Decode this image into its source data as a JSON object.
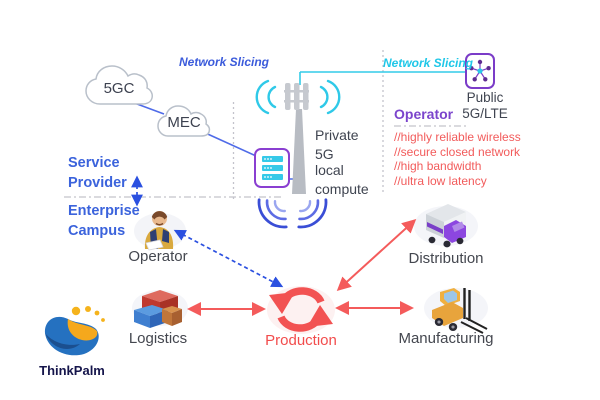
{
  "labels": {
    "network_slicing_left": "Network Slicing",
    "network_slicing_right": "Network Slicing",
    "cloud_5gc": "5GC",
    "cloud_mec": "MEC",
    "service_provider": "Service\nProvider",
    "enterprise_campus": "Enterprise\nCampus",
    "operator_person": "Operator",
    "private_5g": "Private\n5G",
    "local_compute": "local\ncompute",
    "public_5g": "Public\n5G/LTE",
    "operator_title": "Operator",
    "logistics": "Logistics",
    "production": "Production",
    "manufacturing": "Manufacturing",
    "distribution": "Distribution",
    "brand": "ThinkPalm"
  },
  "operator_features": [
    "//highly reliable wireless",
    "//secure closed network",
    "//high bandwidth",
    "//ultra low latency"
  ],
  "icons": {
    "cloud_5gc": "cloud-icon",
    "cloud_mec": "cloud-icon",
    "tower": "cell-tower-icon",
    "server": "edge-server-icon",
    "public_network": "network-hub-icon",
    "operator": "worker-person-icon",
    "logistics": "shipping-containers-icon",
    "production": "cycle-arrows-icon",
    "manufacturing": "forklift-icon",
    "distribution": "truck-icon",
    "brand": "thinkpalm-logo"
  },
  "colors": {
    "blue_accent": "#3b5bdb",
    "cyan_accent": "#22c7e6",
    "purple_accent": "#7b3fc8",
    "red_accent": "#f25252",
    "indigo_wave": "#3a4ed6",
    "text_dark": "#44474f",
    "tower_gray": "#b8bcc3"
  }
}
